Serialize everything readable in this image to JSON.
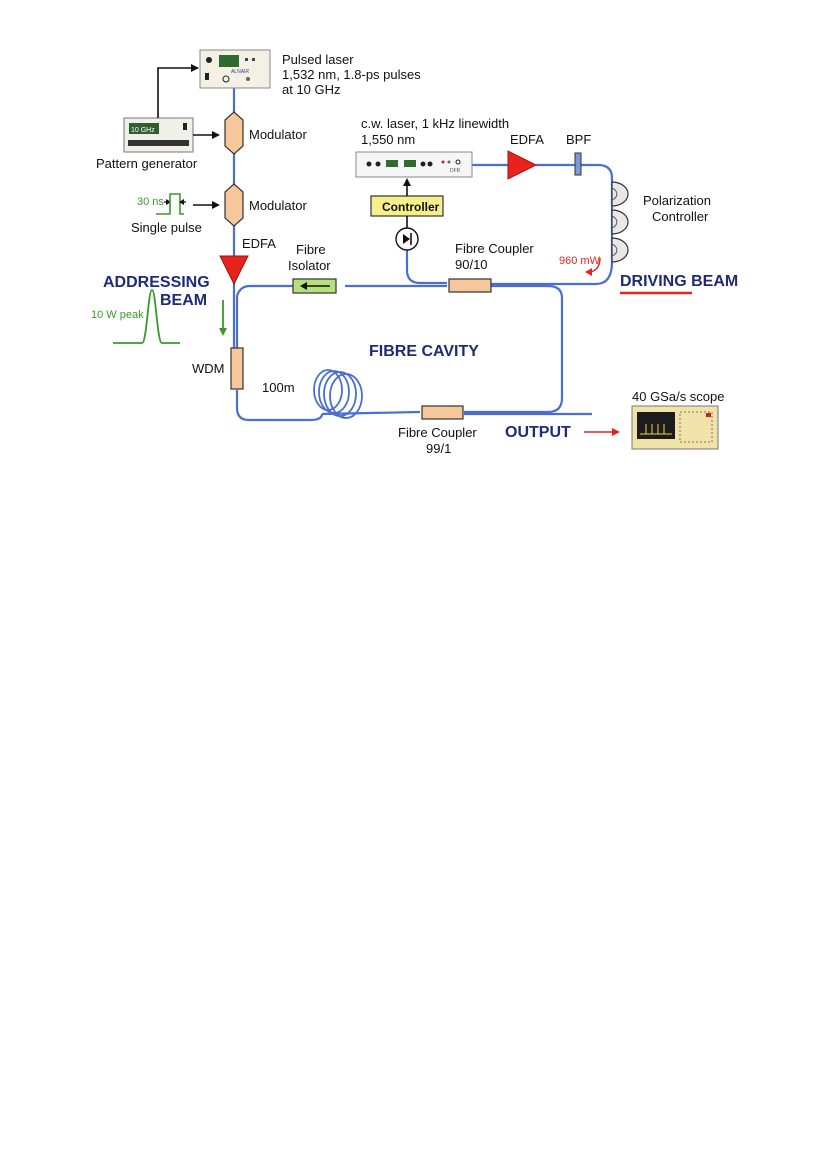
{
  "labels": {
    "pulsed_laser": [
      "Pulsed laser",
      "1,532 nm, 1.8-ps pulses",
      "at 10 GHz"
    ],
    "alnair": "ALNAIR",
    "pattern_generator": "Pattern generator",
    "pg_display": "10 GHz",
    "modulator1": "Modulator",
    "modulator2": "Modulator",
    "pulse_width": "30 ns",
    "single_pulse": "Single pulse",
    "edfa_left": "EDFA",
    "addressing_beam": [
      "ADDRESSING",
      "BEAM"
    ],
    "peak_power": "10 W peak",
    "wdm": "WDM",
    "fibre_length": "100m",
    "cavity": "FIBRE CAVITY",
    "isolator": [
      "Fibre",
      "Isolator"
    ],
    "coupler_90": [
      "Fibre Coupler",
      "90/10"
    ],
    "coupler_99": [
      "Fibre Coupler",
      "99/1"
    ],
    "output": "OUTPUT",
    "scope": "40 GSa/s scope",
    "cw_laser": [
      "c.w. laser, 1 kHz linewidth",
      "1,550 nm"
    ],
    "dfb": "DFB",
    "edfa_right": "EDFA",
    "bpf": "BPF",
    "controller": "Controller",
    "polarization": [
      "Polarization",
      "Controller"
    ],
    "driving_power": "960 mW",
    "driving_beam": "DRIVING BEAM"
  },
  "colors": {
    "fiber": "#4a6fd0",
    "edfa": "#e8231b",
    "component": "#f6c79a",
    "isolator": "#b7e07a",
    "controller": "#f7f08a",
    "beam_text": "#1f2a78",
    "green_pulse": "#3a9a2a",
    "red_annotation": "#e8231b"
  }
}
